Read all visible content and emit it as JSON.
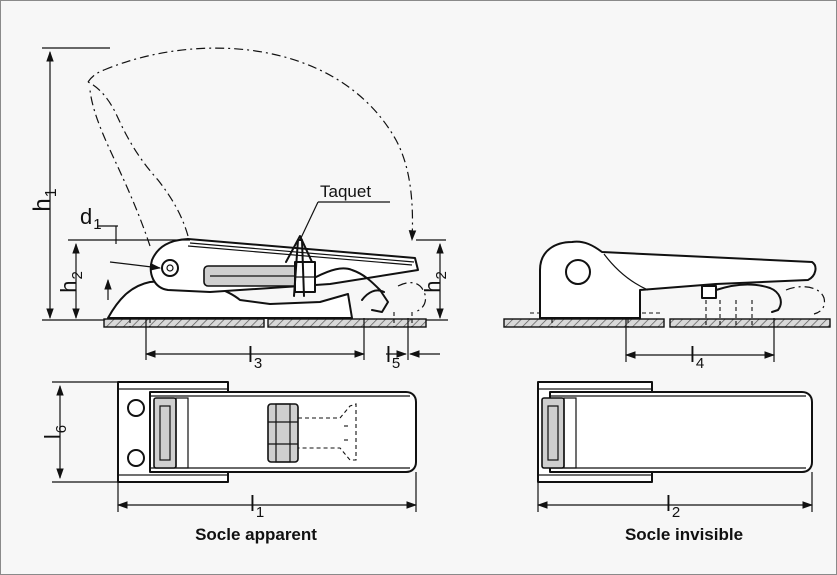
{
  "labels": {
    "h1": "h",
    "h1_sub": "1",
    "h2": "h",
    "h2_sub": "2",
    "h2_right": "h",
    "h2_right_sub": "2",
    "d1": "d",
    "d1_sub": "1",
    "l3": "l",
    "l3_sub": "3",
    "l5": "l",
    "l5_sub": "5",
    "l4": "l",
    "l4_sub": "4",
    "l6": "l",
    "l6_sub": "6",
    "l1": "l",
    "l1_sub": "1",
    "l2": "l",
    "l2_sub": "2",
    "taquet": "Taquet"
  },
  "captions": {
    "left": "Socle apparent",
    "right": "Socle invisible"
  }
}
